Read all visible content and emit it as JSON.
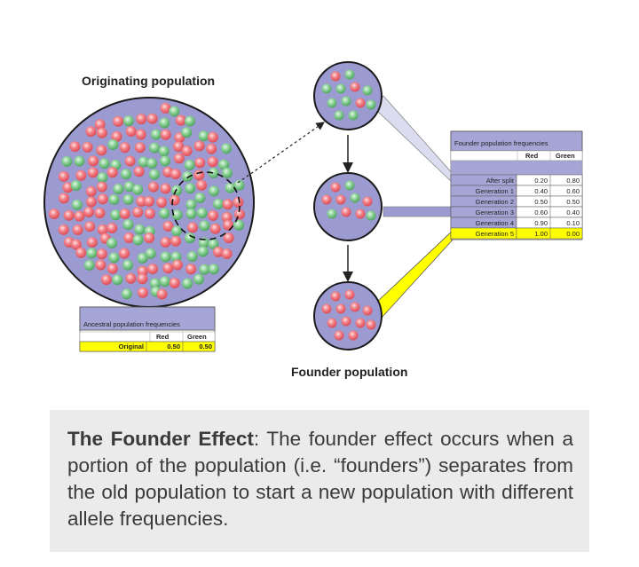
{
  "labels": {
    "originating": "Originating population",
    "founder": "Founder population"
  },
  "ancestral_table": {
    "title": "Ancestral population frequencies",
    "col_red": "Red",
    "col_green": "Green",
    "row_label": "Original",
    "red_value": "0.50",
    "green_value": "0.50"
  },
  "founder_table": {
    "title": "Founder population frequencies",
    "col_red": "Red",
    "col_green": "Green",
    "rows": [
      {
        "label": "After split",
        "red": "0.20",
        "green": "0.80"
      },
      {
        "label": "Generation 1",
        "red": "0.40",
        "green": "0.60"
      },
      {
        "label": "Generation 2",
        "red": "0.50",
        "green": "0.50"
      },
      {
        "label": "Generation 3",
        "red": "0.60",
        "green": "0.40"
      },
      {
        "label": "Generation 4",
        "red": "0.90",
        "green": "0.10"
      },
      {
        "label": "Generation 5",
        "red": "1.00",
        "green": "0.00"
      }
    ]
  },
  "caption": {
    "term": "The Founder Effect",
    "text": ": The founder effect occurs when a portion of the population (i.e. “founders”) separates from the old population to start a new population with different allele frequencies."
  },
  "colors": {
    "population_fill": "#9b9bd1",
    "allele_red": "#ef6f77",
    "allele_green": "#7fc88a",
    "highlight": "#ffff00",
    "header_purple": "#a5a5d6"
  }
}
